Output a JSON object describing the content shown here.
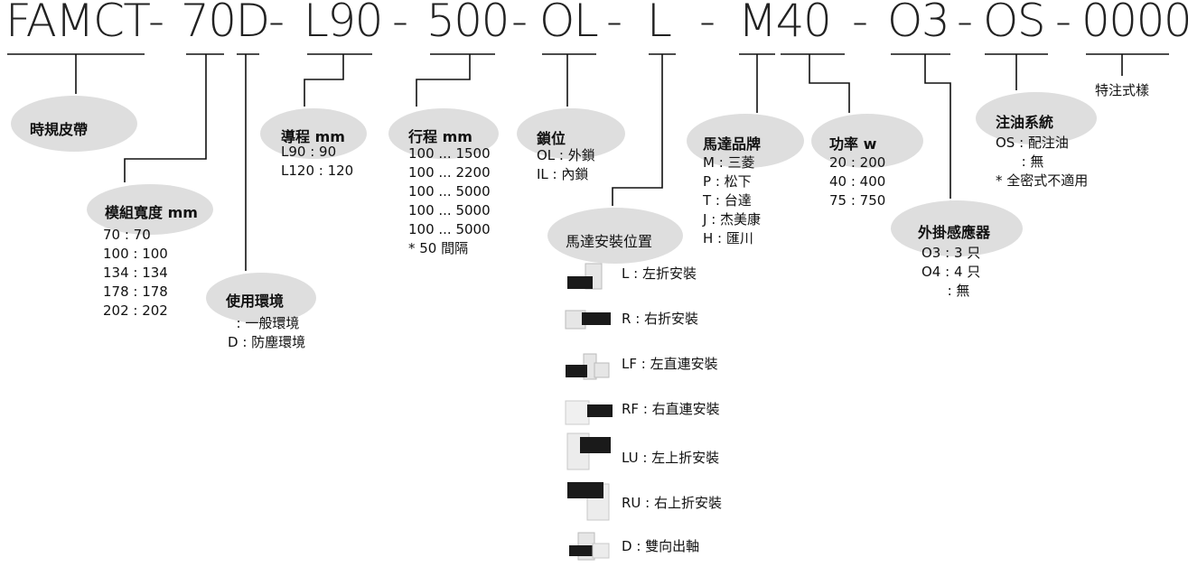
{
  "code_parts": [
    "FAMCT",
    "-",
    "70D",
    "-",
    "L90",
    "-",
    "500",
    "-",
    "OL",
    "-",
    "L",
    "-",
    "M40",
    "-",
    "O3",
    "-",
    "OS",
    "-",
    "0000"
  ],
  "fields": {
    "belt": {
      "title": "時規皮帶"
    },
    "width": {
      "title": "模組寬度 mm",
      "items": [
        "70 : 70",
        "100 : 100",
        "134 : 134",
        "178 : 178",
        "202 : 202"
      ]
    },
    "environment": {
      "title": "使用環境",
      "items": [
        "  : 一般環境",
        "D : 防塵環境"
      ]
    },
    "lead": {
      "title": "導程 mm",
      "items": [
        "L90 : 90",
        "L120 : 120"
      ]
    },
    "stroke": {
      "title": "行程 mm",
      "items": [
        "100 ... 1500",
        "100 ... 2200",
        "100 ... 5000",
        "100 ... 5000",
        "100 ... 5000",
        "* 50 間隔"
      ]
    },
    "lock": {
      "title": "鎖位",
      "items": [
        "OL : 外鎖",
        "IL : 內鎖"
      ]
    },
    "motor_position": {
      "title": "馬達安裝位置",
      "options": [
        {
          "label": "L : 左折安裝",
          "icon": "left-fold-motor-icon"
        },
        {
          "label": "R : 右折安裝",
          "icon": "right-fold-motor-icon"
        },
        {
          "label": "LF : 左直連安裝",
          "icon": "left-direct-motor-icon"
        },
        {
          "label": "RF : 右直連安裝",
          "icon": "right-direct-motor-icon"
        },
        {
          "label": "LU : 左上折安裝",
          "icon": "left-up-fold-motor-icon"
        },
        {
          "label": "RU : 右上折安裝",
          "icon": "right-up-fold-motor-icon"
        },
        {
          "label": "D : 雙向出軸",
          "icon": "dual-shaft-motor-icon"
        }
      ]
    },
    "motor_brand": {
      "title": "馬達品牌",
      "items": [
        "M : 三菱",
        "P : 松下",
        "T : 台達",
        "J : 杰美康",
        "H : 匯川"
      ]
    },
    "power": {
      "title": "功率 w",
      "items": [
        "20 : 200",
        "40 : 400",
        "75 : 750"
      ]
    },
    "sensor": {
      "title": "外掛感應器",
      "items": [
        "O3 : 3 只",
        "O4 : 4 只",
        "      : 無"
      ]
    },
    "oil": {
      "title": "注油系統",
      "items": [
        "OS : 配注油",
        "      : 無",
        "* 全密式不適用"
      ]
    },
    "special": {
      "title": "特注式樣"
    }
  },
  "colors": {
    "pill": "#dedede",
    "line": "#111111",
    "motor_dark": "#1a1a1a",
    "motor_light": "#e6e6e6"
  }
}
